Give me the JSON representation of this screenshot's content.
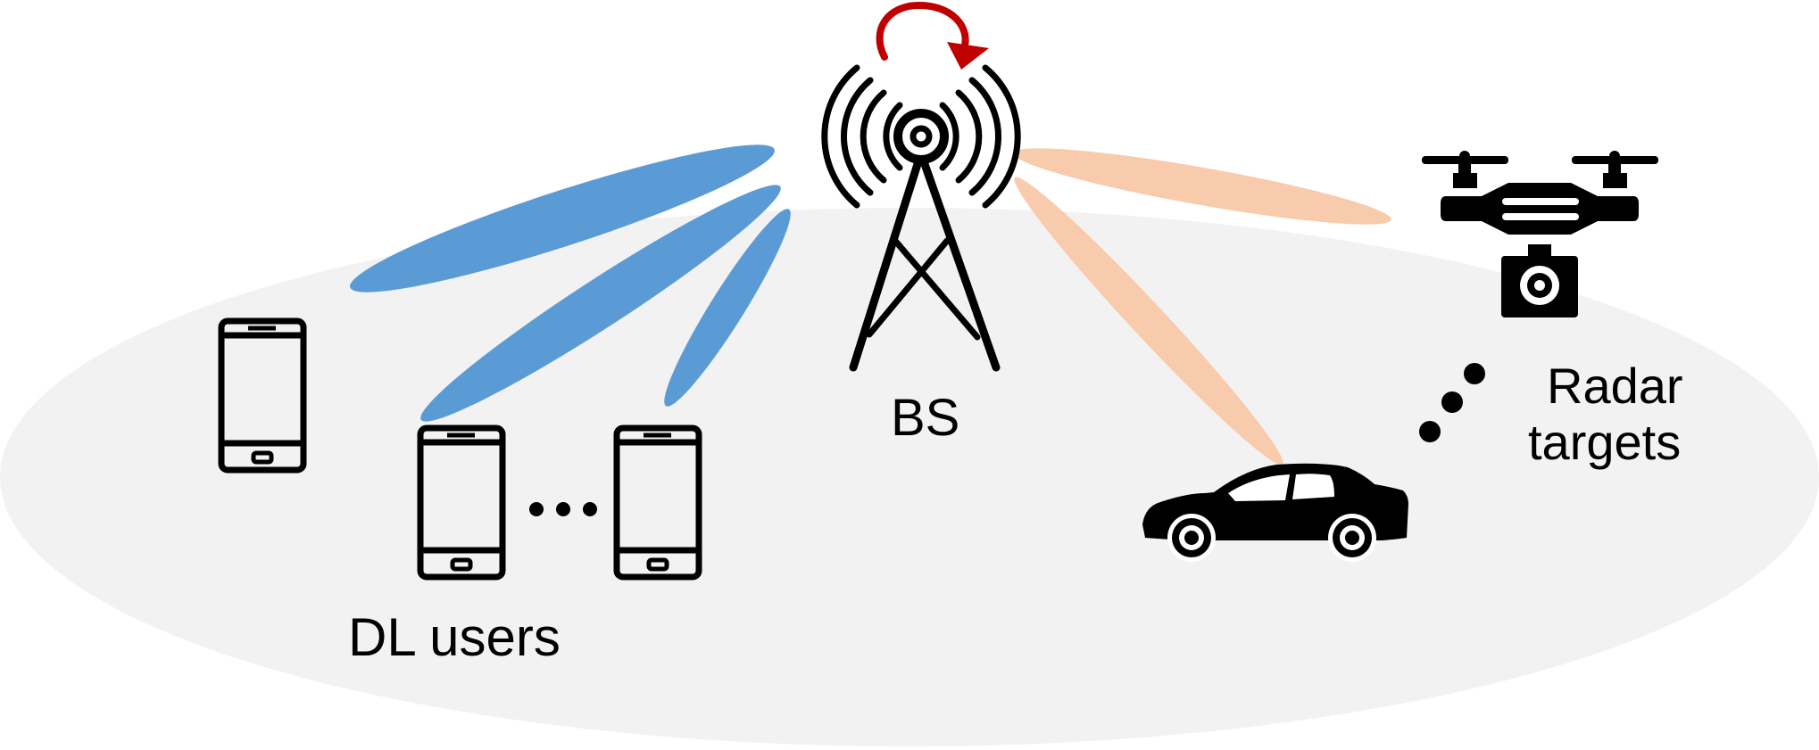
{
  "labels": {
    "bs": "BS",
    "dl_users": "DL users",
    "radar_line1": "Radar",
    "radar_line2": "targets"
  },
  "colors": {
    "ground": "#f2f2f2",
    "comm_beam": "#5b9bd5",
    "radar_beam": "#f8cbad",
    "rotation_arrow": "#c00000",
    "icon": "#000000"
  },
  "icons": [
    "tower-icon",
    "phone-icon",
    "car-icon",
    "drone-icon",
    "rotation-arrow-icon"
  ]
}
